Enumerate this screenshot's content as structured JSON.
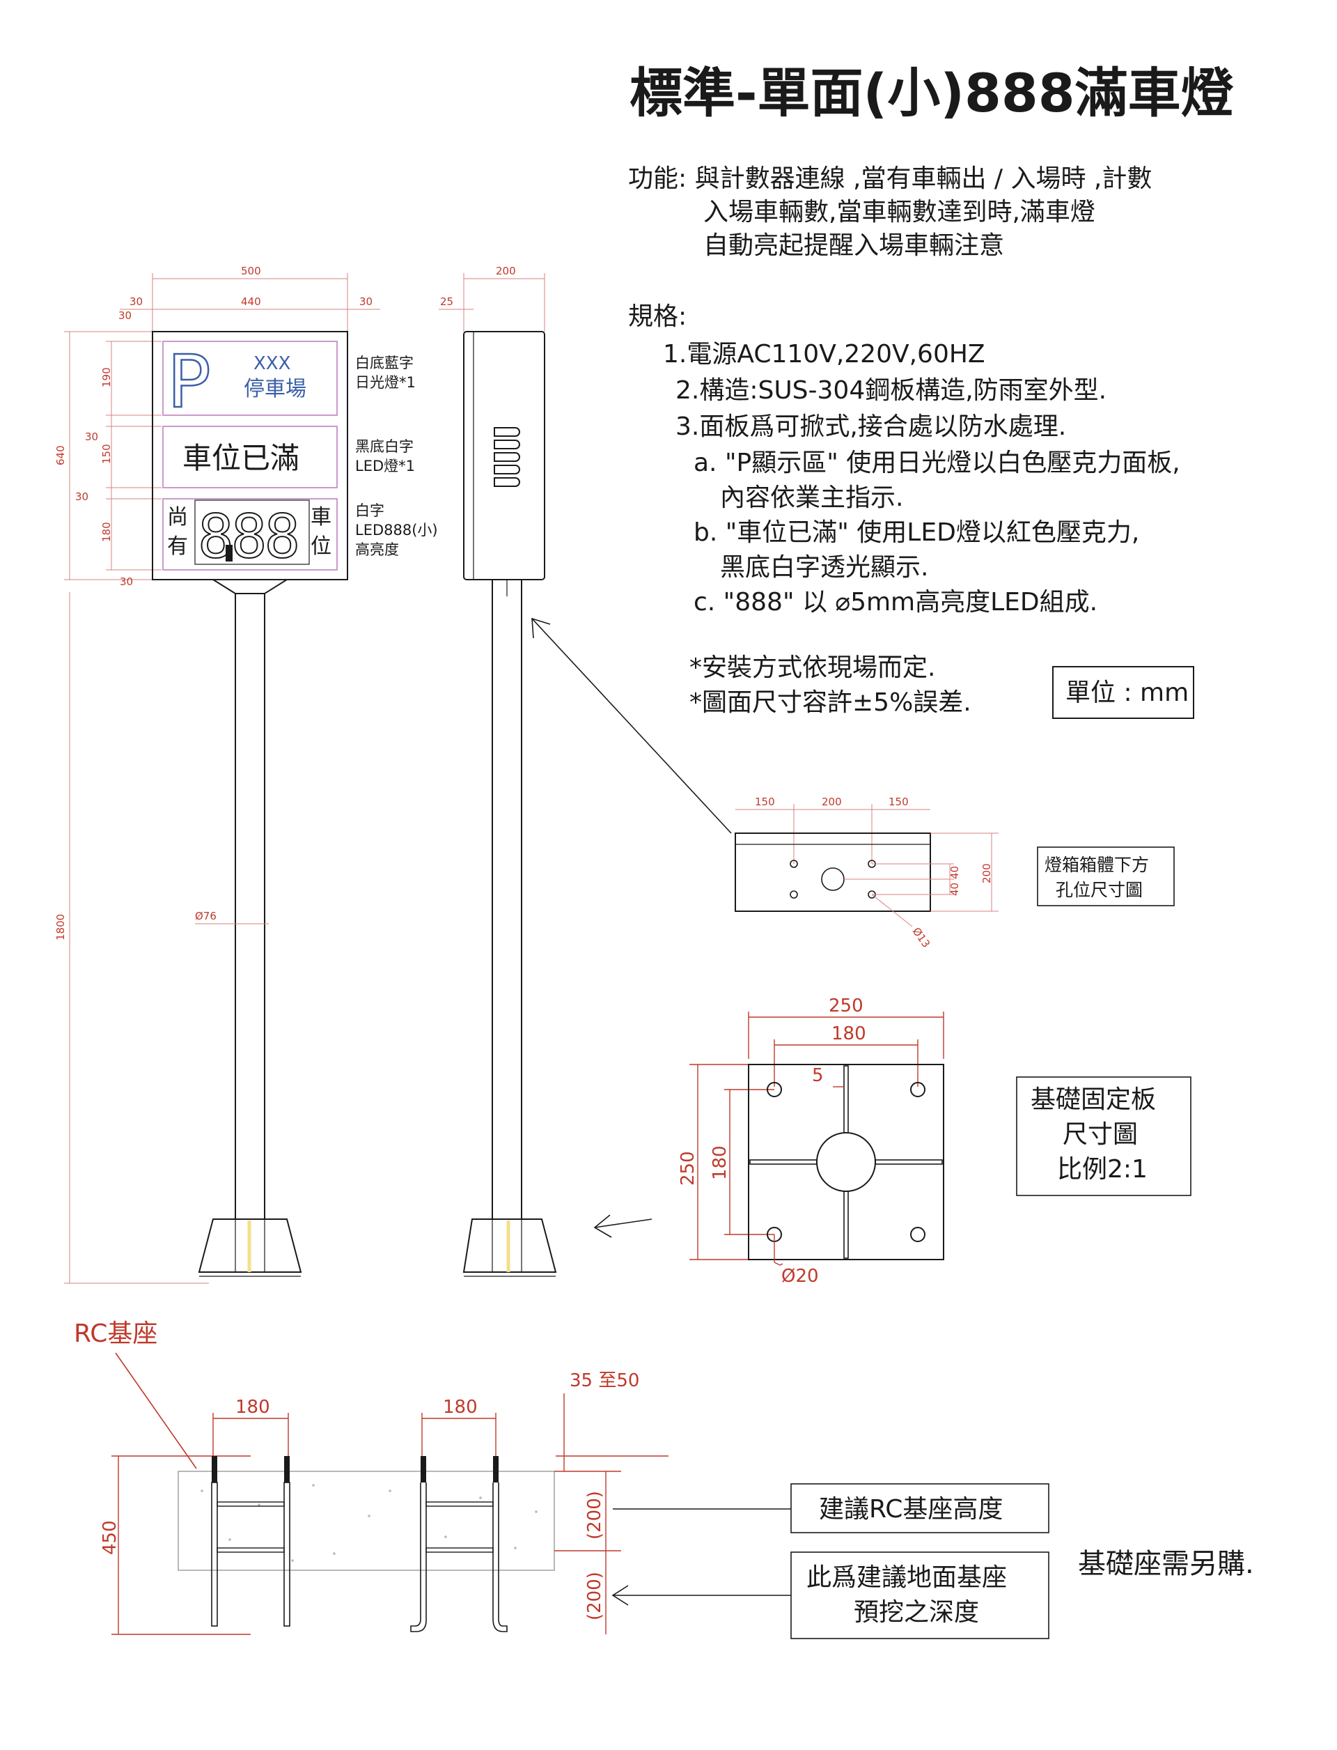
{
  "title": "標準-單面(小)888滿車燈",
  "function": {
    "lines": [
      "功能: 與計數器連線 ,當有車輛出 / 入場時 ,計數",
      "入場車輛數,當車輛數達到時,滿車燈",
      "自動亮起提醒入場車輛注意"
    ]
  },
  "spec": {
    "heading": "規格:",
    "lines": [
      "1.電源AC110V,220V,60HZ",
      "2.構造:SUS-304鋼板構造,防雨室外型.",
      "3.面板爲可掀式,接合處以防水處理.",
      "a. \"P顯示區\"  使用日光燈以白色壓克力面板,",
      "內容依業主指示.",
      "b. \"車位已滿\" 使用LED燈以紅色壓克力,",
      "黑底白字透光顯示.",
      "c.  \"888\" 以   ⌀5mm高亮度LED組成."
    ],
    "notes": [
      "*安裝方式依現場而定.",
      "*圖面尺寸容許±5%誤差."
    ],
    "unit": "單位 : mm"
  },
  "front_view": {
    "p_letter": "P",
    "p_name": "XXX",
    "p_lot": "停車場",
    "full_text": "車位已滿",
    "left_chars": [
      "尚",
      "有"
    ],
    "right_chars": [
      "車",
      "位"
    ],
    "digits": "888",
    "label_p": [
      "白底藍字",
      "日光燈*1"
    ],
    "label_full": [
      "黑底白字",
      "LED燈*1"
    ],
    "label_888": [
      "白字",
      "LED888(小)",
      "高亮度"
    ],
    "dims": {
      "total_width": "500",
      "inner_width": "440",
      "side_left": "30",
      "side_right": "30",
      "side_top": "30",
      "total_height": "640",
      "h_p": "190",
      "h_full": "150",
      "h_888": "180",
      "gap1": "30",
      "gap2": "30",
      "gap3": "30",
      "pole_height": "1800",
      "pole_dia": "Ø76"
    }
  },
  "side_view": {
    "depth": "200",
    "offset": "25"
  },
  "hole_plan": {
    "dims": [
      "150",
      "200",
      "150"
    ],
    "v_dims": [
      "40",
      "40",
      "200"
    ],
    "hole": "Ø13",
    "label": [
      "燈箱箱體下方",
      "孔位尺寸圖"
    ]
  },
  "base_plate": {
    "outer": "250",
    "inner": "180",
    "gap": "5",
    "outer_v": "250",
    "inner_v": "180",
    "hole": "Ø20",
    "label": [
      "基礎固定板",
      "尺寸圖",
      "比例2:1"
    ]
  },
  "rc_base": {
    "title": "RC基座",
    "dim_left": "180",
    "dim_right": "180",
    "protrude": "35 至50",
    "height": "450",
    "upper": "(200)",
    "lower": "(200)",
    "label_height": "建議RC基座高度",
    "label_depth": [
      "此爲建議地面基座",
      "預挖之深度"
    ],
    "note": "基礎座需另購."
  },
  "colors": {
    "dimension": "#c0392b",
    "sign_blue": "#3a5fa8",
    "outline": "#1a1a1a",
    "frame_pink": "#c080c0"
  }
}
